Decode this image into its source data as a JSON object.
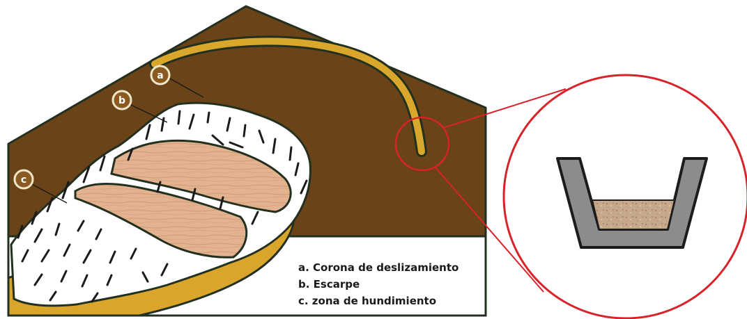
{
  "callouts": {
    "a": "a",
    "b": "b",
    "c": "c"
  },
  "legend": {
    "item_a": "a. Corona de deslizamiento",
    "item_b": "b. Escarpe",
    "item_c": "c. zona de hundimiento"
  },
  "colors": {
    "terrain": "#6b4318",
    "channel": "#d9a72c",
    "slide_body": "#d9a62b",
    "slab": "#e2b38e",
    "scarp": "#ffffff",
    "outline": "#23301f",
    "callout_fill": "#8a5a22",
    "callout_stroke": "#f0e6c8",
    "zoom_ring": "#d8232a",
    "ditch_concrete": "#8c8c8c",
    "ditch_soil": "#c8a88a"
  },
  "icons": {
    "detail_zoom": "magnified-ditch-cross-section",
    "ditch": "u-shaped-drainage-channel"
  }
}
